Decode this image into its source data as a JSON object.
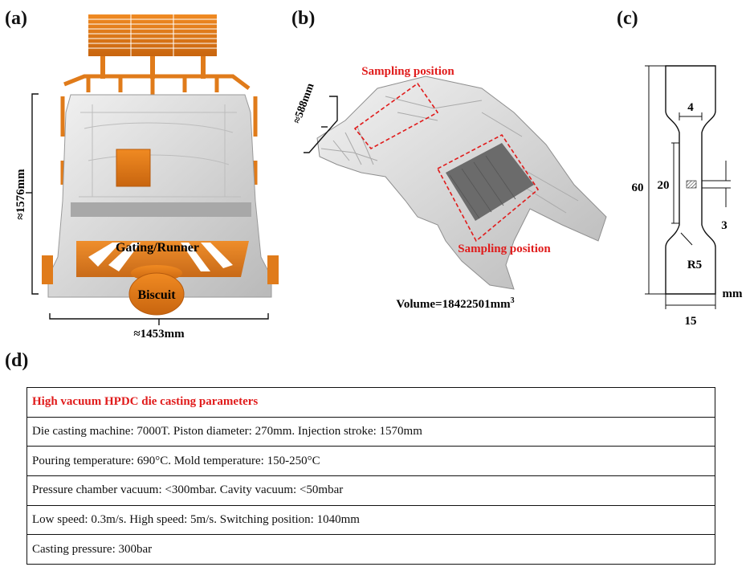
{
  "panels": {
    "a": {
      "label": "(a)",
      "height_dim": "≈1576mm",
      "width_dim": "≈1453mm",
      "gating_label": "Gating/Runner",
      "biscuit_label": "Biscuit"
    },
    "b": {
      "label": "(b)",
      "depth_dim": "≈588mm",
      "sampling_top": "Sampling position",
      "sampling_bottom": "Sampling position",
      "volume_text": "Volume=18422501mm",
      "volume_exp": "3"
    },
    "c": {
      "label": "(c)",
      "dim_60": "60",
      "dim_4": "4",
      "dim_20": "20",
      "dim_3": "3",
      "dim_r5": "R5",
      "dim_15": "15",
      "unit": "mm"
    },
    "d": {
      "label": "(d)",
      "title": "High vacuum HPDC die casting parameters",
      "rows": [
        "Die casting machine: 7000T. Piston diameter: 270mm. Injection stroke: 1570mm",
        "Pouring temperature: 690°C. Mold temperature: 150-250°C",
        "Pressure chamber vacuum: <300mbar. Cavity vacuum: <50mbar",
        "Low speed: 0.3m/s. High speed: 5m/s. Switching position: 1040mm",
        "Casting pressure: 300bar"
      ]
    }
  },
  "colors": {
    "orange": "#e07b1a",
    "red": "#e01b1b",
    "casting_gray": "#d9d9d9"
  }
}
